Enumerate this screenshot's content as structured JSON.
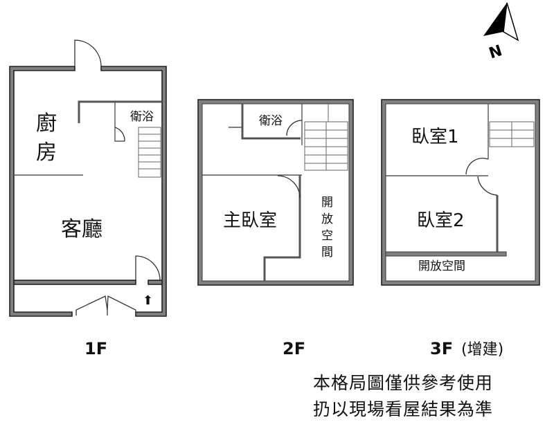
{
  "floors": [
    {
      "label": "1F",
      "rooms": {
        "kitchen_line1": "廚",
        "kitchen_line2": "房",
        "bath": "衛浴",
        "living": "客廳"
      },
      "entry_arrow": "⬆"
    },
    {
      "label": "2F",
      "rooms": {
        "bath": "衛浴",
        "master_bedroom": "主臥室",
        "open_space_chars": [
          "開",
          "放",
          "空",
          "間"
        ]
      }
    },
    {
      "label": "3F",
      "label_suffix": "(增建)",
      "rooms": {
        "bedroom1": "臥室1",
        "bedroom2": "臥室2",
        "open_space": "開放空間"
      }
    }
  ],
  "compass": {
    "letter": "N"
  },
  "disclaimer": [
    "本格局圖僅供參考使用",
    "扔以現場看屋結果為準"
  ]
}
